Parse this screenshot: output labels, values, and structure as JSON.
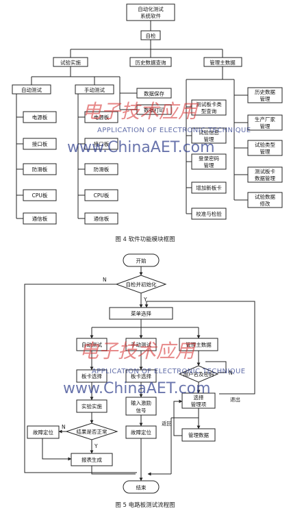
{
  "fig4": {
    "top": [
      "自动化测试",
      "系统软件"
    ],
    "self_check": "自检",
    "trial": "试验实施",
    "history": "历史数据查询",
    "manage": "管理主数据",
    "auto_test": "自动测试",
    "manual_test": "手动测试",
    "auto_boards": [
      "电源板",
      "接口板",
      "防滑板",
      "CPU板",
      "通信板"
    ],
    "manual_boards": [
      "电源板",
      "接口板",
      "防滑板",
      "CPU板",
      "通信板"
    ],
    "save": "数据保存",
    "print": "数据打印",
    "mid_col": [
      [
        "测试板卡类",
        "型查询"
      ],
      [
        "试验信息",
        "管理"
      ],
      [
        "登录密码",
        "管理"
      ],
      [
        "增加新板卡"
      ],
      [
        "校准与检验"
      ]
    ],
    "right_col": [
      [
        "历史数据",
        "管理"
      ],
      [
        "生产厂家",
        "管理"
      ],
      [
        "试验类型",
        "管理"
      ],
      [
        "测试板卡",
        "数据管理"
      ],
      [
        "试验数据",
        "修改"
      ]
    ],
    "caption": "图 4   软件功能模块框图"
  },
  "fig5": {
    "start": "开始",
    "init": "自检并初始化",
    "n": "N",
    "y": "Y",
    "menu": "菜单选择",
    "auto": "自动测试",
    "manual": "手动测试",
    "manage": "管理主数据",
    "board_sel1": "板卡选择",
    "board_sel2": "板卡选择",
    "user_pwd": "用户名及密码",
    "run": "实验实施",
    "input_signal": [
      "输入激励",
      "信号"
    ],
    "select_item": [
      "选择",
      "管理项"
    ],
    "ret1": "退出",
    "ret2": "返回",
    "fault1": "故障定位",
    "result": "结果是否正常",
    "fault2": "故障定位",
    "manage_data": "管理数据",
    "report": "报表生成",
    "end": "结束",
    "caption": "图 5   电路板测试流程图"
  },
  "watermark": {
    "cn": "电子技术应用",
    "en": "APPLICATION OF ELECTRONIC TECHNIQUE",
    "url": "www.ChinaAET.com"
  }
}
